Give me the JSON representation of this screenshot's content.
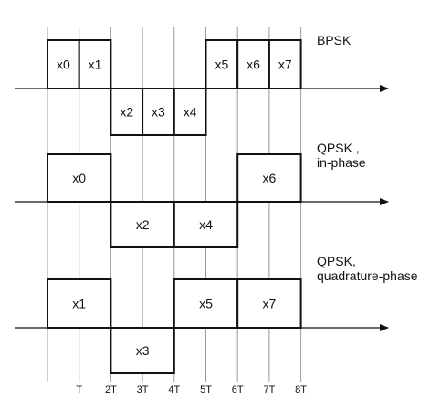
{
  "diagram": {
    "time_labels": [
      "T",
      "2T",
      "3T",
      "4T",
      "5T",
      "6T",
      "7T",
      "8T"
    ],
    "rows": [
      {
        "id": "bpsk",
        "label_lines": [
          "BPSK"
        ],
        "symbols": [
          {
            "text": "x0",
            "start": 0,
            "end": 1,
            "level": 1
          },
          {
            "text": "x1",
            "start": 1,
            "end": 2,
            "level": 1
          },
          {
            "text": "x2",
            "start": 2,
            "end": 3,
            "level": -1
          },
          {
            "text": "x3",
            "start": 3,
            "end": 4,
            "level": -1
          },
          {
            "text": "x4",
            "start": 4,
            "end": 5,
            "level": -1
          },
          {
            "text": "x5",
            "start": 5,
            "end": 6,
            "level": 1
          },
          {
            "text": "x6",
            "start": 6,
            "end": 7,
            "level": 1
          },
          {
            "text": "x7",
            "start": 7,
            "end": 8,
            "level": 1
          }
        ]
      },
      {
        "id": "qpsk-in-phase",
        "label_lines": [
          "QPSK ,",
          "in-phase"
        ],
        "symbols": [
          {
            "text": "x0",
            "start": 0,
            "end": 2,
            "level": 1
          },
          {
            "text": "x2",
            "start": 2,
            "end": 4,
            "level": -1
          },
          {
            "text": "x4",
            "start": 4,
            "end": 6,
            "level": -1
          },
          {
            "text": "x6",
            "start": 6,
            "end": 8,
            "level": 1
          }
        ]
      },
      {
        "id": "qpsk-quadrature-phase",
        "label_lines": [
          "QPSK,",
          "quadrature-phase"
        ],
        "symbols": [
          {
            "text": "x1",
            "start": 0,
            "end": 2,
            "level": 1
          },
          {
            "text": "x3",
            "start": 2,
            "end": 4,
            "level": -1
          },
          {
            "text": "x5",
            "start": 4,
            "end": 6,
            "level": 1
          },
          {
            "text": "x7",
            "start": 6,
            "end": 8,
            "level": 1
          }
        ]
      }
    ]
  }
}
